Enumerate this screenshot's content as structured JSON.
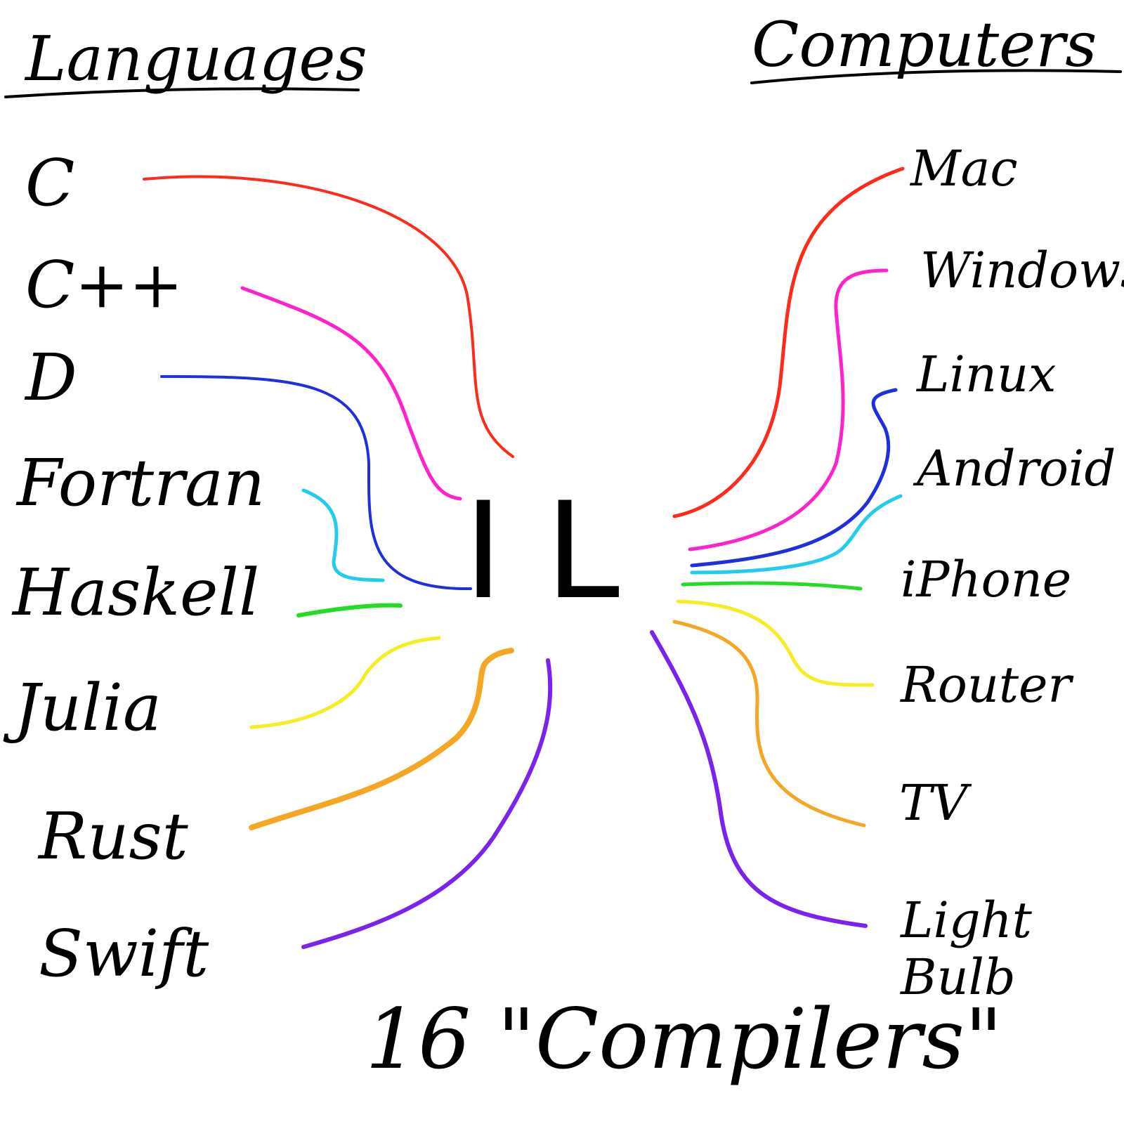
{
  "headings": {
    "languages": "Languages",
    "computers": "Computers"
  },
  "center_label": "IL",
  "footer": "16 \"Compilers\"",
  "languages": [
    {
      "label": "C",
      "color": "#ff2a1a"
    },
    {
      "label": "C++",
      "color": "#ff22cc"
    },
    {
      "label": "D",
      "color": "#1f2fdf"
    },
    {
      "label": "Fortran",
      "color": "#22ccee"
    },
    {
      "label": "Haskell",
      "color": "#22dd22"
    },
    {
      "label": "Julia",
      "color": "#f5ee22"
    },
    {
      "label": "Rust",
      "color": "#f5a623"
    },
    {
      "label": "Swift",
      "color": "#7a22ee"
    }
  ],
  "computers": [
    {
      "label": "Mac",
      "color": "#ff2a1a"
    },
    {
      "label": "Windows",
      "color": "#ff22cc"
    },
    {
      "label": "Linux",
      "color": "#1f2fdf"
    },
    {
      "label": "Android",
      "color": "#22ccee"
    },
    {
      "label": "iPhone",
      "color": "#22dd22"
    },
    {
      "label": "Router",
      "color": "#f5ee22"
    },
    {
      "label": "TV",
      "color": "#f5a623"
    },
    {
      "label": "Light Bulb",
      "color": "#7a22ee"
    }
  ]
}
